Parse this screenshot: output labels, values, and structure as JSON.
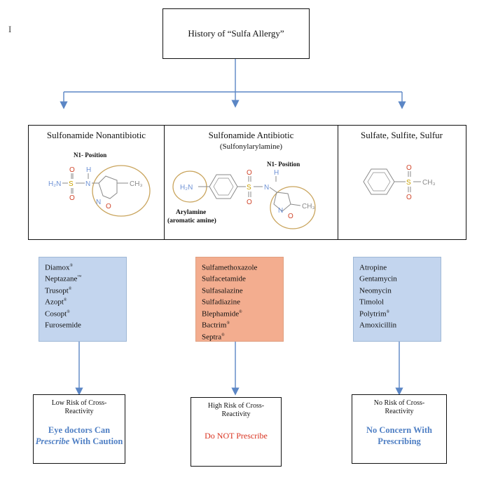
{
  "title": "History of “Sulfa Allergy”",
  "cursor_glyph": "I",
  "categories": [
    {
      "name": "Sulfonamide Nonantibiotic",
      "subtitle": "",
      "structure_labels": {
        "position": "N1- Position",
        "h2n": "H₂N",
        "s": "S",
        "o_top": "O",
        "o_bottom": "O",
        "h": "H",
        "n": "N",
        "ring_n": "N",
        "ring_o": "O",
        "ch3": "CH₃"
      }
    },
    {
      "name": "Sulfonamide Antibiotic",
      "subtitle": "(Sulfonylarylamine)",
      "structure_labels": {
        "position": "N1- Position",
        "h2n": "H₂N",
        "s": "S",
        "o_top": "O",
        "o_bottom": "O",
        "h": "H",
        "n": "N",
        "ring_n": "N",
        "ring_o": "O",
        "ch3": "CH₃",
        "arylamine": "Arylamine",
        "arylamine_sub": "(aromatic amine)"
      }
    },
    {
      "name": "Sulfate, Sulfite, Sulfur",
      "subtitle": "",
      "structure_labels": {
        "s": "S",
        "o_top": "O",
        "o_bottom": "O",
        "ch3": "CH₃"
      }
    }
  ],
  "drug_lists": [
    {
      "color": "#c3d5ee",
      "items": [
        {
          "name": "Diamox",
          "mark": "®"
        },
        {
          "name": "Neptazane",
          "mark": "™"
        },
        {
          "name": "Trusopt",
          "mark": "®"
        },
        {
          "name": "Azopt",
          "mark": "®"
        },
        {
          "name": "Cosopt",
          "mark": "®"
        },
        {
          "name": "Furosemide",
          "mark": ""
        }
      ]
    },
    {
      "color": "#f3ad8f",
      "items": [
        {
          "name": "Sulfamethoxazole",
          "mark": ""
        },
        {
          "name": "Sulfacetamide",
          "mark": ""
        },
        {
          "name": "Sulfasalazine",
          "mark": ""
        },
        {
          "name": "Sulfadiazine",
          "mark": ""
        },
        {
          "name": "Blephamide",
          "mark": "®"
        },
        {
          "name": "Bactrim",
          "mark": "®"
        },
        {
          "name": "Septra",
          "mark": "®"
        }
      ]
    },
    {
      "color": "#c3d5ee",
      "items": [
        {
          "name": "Atropine",
          "mark": ""
        },
        {
          "name": "Gentamycin",
          "mark": ""
        },
        {
          "name": "Neomycin",
          "mark": ""
        },
        {
          "name": "Timolol",
          "mark": ""
        },
        {
          "name": "Polytrim",
          "mark": "®"
        },
        {
          "name": "Amoxicillin",
          "mark": ""
        }
      ]
    }
  ],
  "risks": [
    {
      "label": "Low Risk of Cross-Reactivity",
      "action_part1": "Eye doctors Can",
      "action_part2": "Prescribe",
      "action_part3": " With Caution",
      "color": "#4f7fc4"
    },
    {
      "label": "High Risk of Cross-Reactivity",
      "action_part1": "Do NOT Prescribe",
      "action_part2": "",
      "action_part3": "",
      "color": "#d9321f"
    },
    {
      "label": "No Risk of Cross-Reactivity",
      "action_part1": "No Concern With Prescribing",
      "action_part2": "",
      "action_part3": "",
      "color": "#4f7fc4"
    }
  ],
  "colors": {
    "connector": "#5b86c5",
    "heteroatom": "#6f93d6",
    "oxygen": "#d0452a",
    "circle": "#c9a45c",
    "bond": "#8a8a8a"
  }
}
